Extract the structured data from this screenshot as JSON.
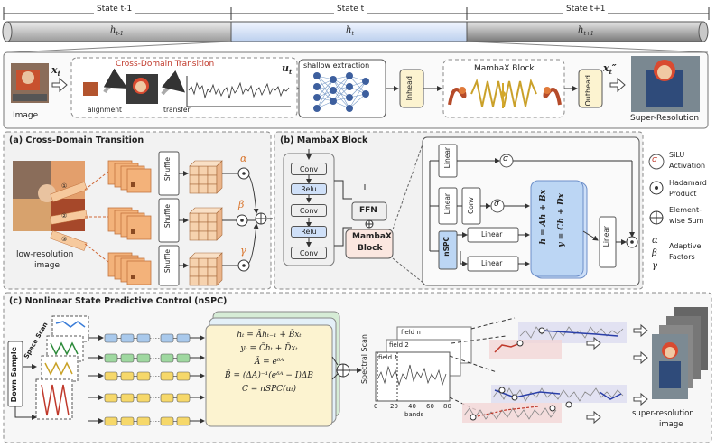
{
  "timeline": {
    "states": [
      "State t-1",
      "State t",
      "State t+1"
    ],
    "hidden": [
      "h",
      "h",
      "h"
    ],
    "hidden_sub": [
      "t-1",
      "t",
      "t+1"
    ]
  },
  "top_pipeline": {
    "image_label": "Image",
    "x_t": "x",
    "x_t_sub": "t",
    "cdt_title": "Cross-Domain Transition",
    "alignment": "alignment",
    "transfer": "transfer",
    "u_t": "u",
    "u_t_sub": "t",
    "shallow": "shallow extraction",
    "inhead": "Inhead",
    "mambax_title": "MambaX Block",
    "outhead": "Outhead",
    "x_out": "x",
    "x_out_sub": "t",
    "x_out_sup": "″",
    "sr_label": "Super-Resolution"
  },
  "panel_a": {
    "title": "(a) Cross-Domain Transition",
    "shuffle": "Shuffle",
    "factors": [
      "α",
      "β",
      "γ"
    ],
    "lr_label_1": "low-resolution",
    "lr_label_2": "image",
    "arrow_labels": [
      "①",
      "②",
      "③"
    ]
  },
  "panel_b": {
    "title": "(b) MambaX Block",
    "conv": "Conv",
    "relu": "Relu",
    "ffn": "FFN",
    "mambax_1": "MambaX",
    "mambax_2": "Block",
    "linear": "Linear",
    "nspc": "nSPC",
    "sigma": "σ",
    "eq1": "h = Ah + Bx",
    "eq2": "y = Ch + Dx"
  },
  "legend": {
    "silu_1": "SiLU",
    "silu_2": "Activation",
    "hadamard_1": "Hadamard",
    "hadamard_2": "Product",
    "sum_1": "Element-",
    "sum_2": "wise Sum",
    "adaptive_1": "Adaptive",
    "adaptive_2": "Factors",
    "sigma": "σ",
    "greek": [
      "α",
      "β",
      "γ"
    ]
  },
  "panel_c": {
    "title": "(c) Nonlinear State Predictive Control (nSPC)",
    "down_sample": "Down Sample",
    "space_scan": "Space Scan",
    "equations": [
      "hₜ = Āhₜ₋₁ + B̄xₜ",
      "yₜ = C̄hₜ + D̄xₜ",
      "Ā = eᵟᴬ",
      "B̄ = (ΔA)⁻¹(eᵟᴬ − I)ΔB",
      "C = nSPC(uₜ)"
    ],
    "spectral_scan": "Spectral Scan",
    "fields": [
      "field n",
      "field 2",
      "field 1"
    ],
    "bands_label": "bands",
    "bands_ticks": [
      "0",
      "20",
      "40",
      "60",
      "80"
    ],
    "sr_1": "super-resolution",
    "sr_2": "image"
  },
  "colors": {
    "orange": "#f3b27a",
    "blue_block": "#a9c9ec",
    "yellow_block": "#f6d86a",
    "green_block": "#9fd8a0",
    "cream": "#fcf3d0",
    "panel_bg": "#f2f2f2"
  }
}
